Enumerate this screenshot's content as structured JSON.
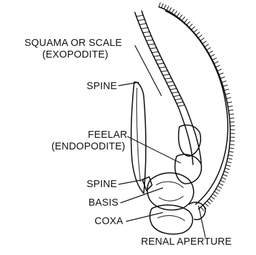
{
  "diagram": {
    "labels": {
      "squama_line1": "SQUAMA OR SCALE",
      "squama_line2": "(EXOPODITE)",
      "spine_upper": "SPINE",
      "feelar_line1": "FEELAR",
      "feelar_line2": "(ENDOPODITE)",
      "spine_lower": "SPINE",
      "basis": "BASIS",
      "coxa": "COXA",
      "renal_aperture": "RENAL APERTURE"
    }
  }
}
